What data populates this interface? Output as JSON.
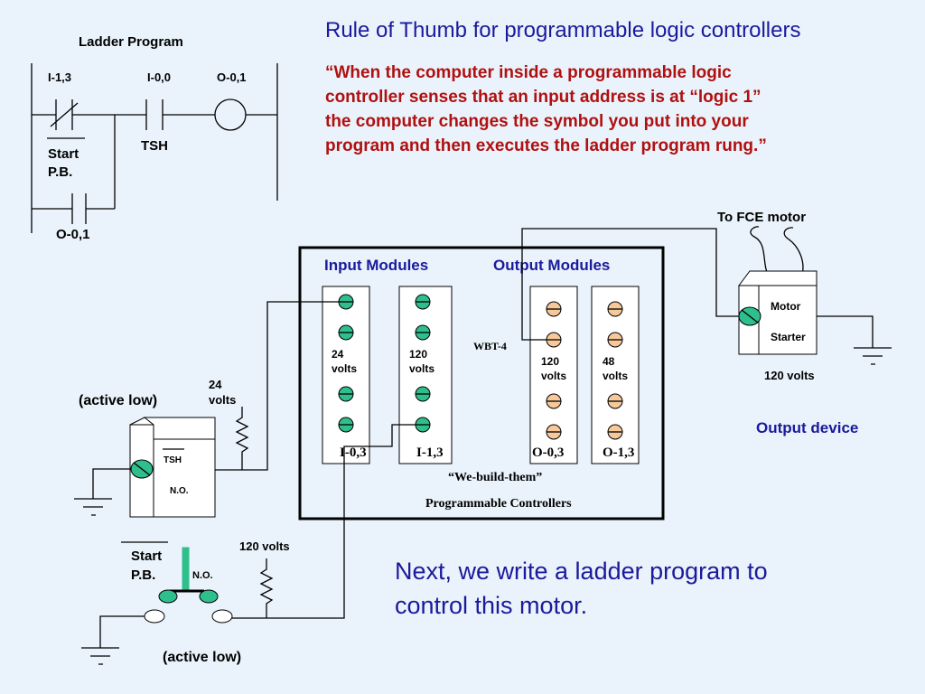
{
  "title": "Rule of Thumb for programmable logic controllers",
  "quote_lines": [
    "“When the computer inside a programmable logic",
    "controller senses that an input address is at “logic 1”",
    "the computer changes the symbol you put into your",
    "program and then executes the ladder program rung.”"
  ],
  "ladder": {
    "title": "Ladder Program",
    "contact1_addr": "I-1,3",
    "contact2_addr": "I-0,0",
    "coil_addr": "O-0,1",
    "contact1_label_line1": "Start",
    "contact1_label_line2": "P.B.",
    "contact2_label": "TSH",
    "seal_addr": "O-0,1"
  },
  "plc": {
    "input_header": "Input Modules",
    "output_header": "Output Modules",
    "modules": [
      {
        "volts_line1": "24",
        "volts_line2": "volts",
        "addr": "I-0,3"
      },
      {
        "volts_line1": "120",
        "volts_line2": "volts",
        "addr": "I-1,3"
      },
      {
        "volts_line1": "120",
        "volts_line2": "volts",
        "addr": "O-0,3"
      },
      {
        "volts_line1": "48",
        "volts_line2": "volts",
        "addr": "O-1,3"
      }
    ],
    "model": "WBT-4",
    "brand": "“We-build-them”",
    "caption": "Programmable Controllers"
  },
  "tsh_device": {
    "active_label": "(active low)",
    "supply_line1": "24",
    "supply_line2": "volts",
    "tag": "TSH",
    "contact_type": "N.O."
  },
  "start_pb": {
    "label_line1": "Start",
    "label_line2": "P.B.",
    "contact_type": "N.O.",
    "supply": "120 volts",
    "active_label": "(active low)"
  },
  "output_device": {
    "to_label": "To FCE motor",
    "box_line1": "Motor",
    "box_line2": "Starter",
    "volts": "120  volts",
    "caption": "Output device"
  },
  "next_lines": [
    "Next, we write a ladder program to",
    "control this motor."
  ],
  "colors": {
    "background": "#eaf3fb",
    "title_blue": "#1a1a9c",
    "quote_red": "#b01010",
    "input_terminal": "#2fbf8c",
    "output_terminal": "#f6c89a"
  }
}
